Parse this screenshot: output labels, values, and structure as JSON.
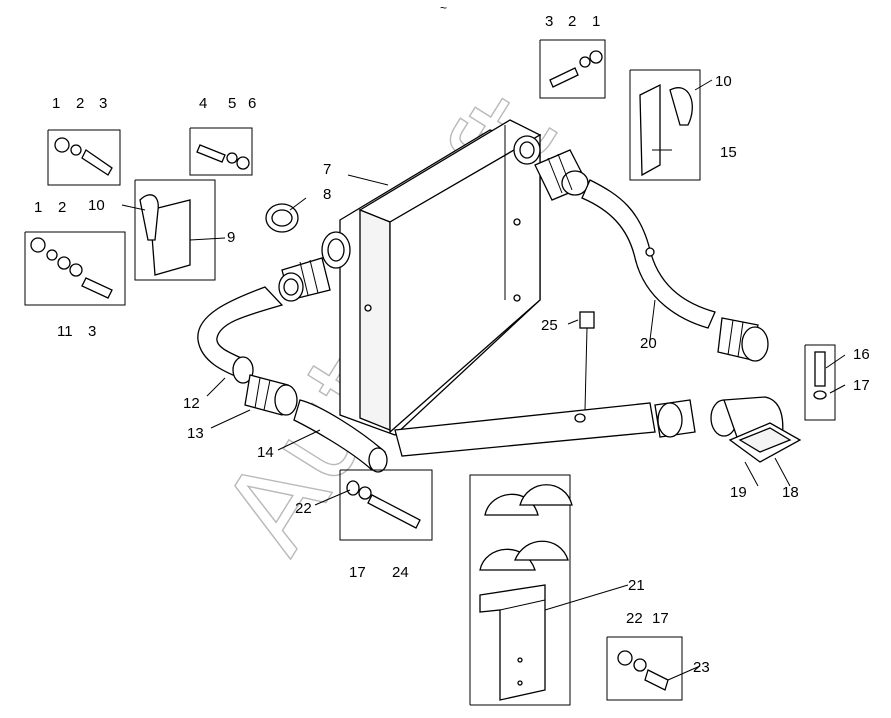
{
  "watermark": "AutoSoft",
  "top_mark": "~",
  "callouts": {
    "c1": "1",
    "c2": "2",
    "c3": "3",
    "c4": "4",
    "c5": "5",
    "c6": "6",
    "c7": "7",
    "c8": "8",
    "c9": "9",
    "c10": "10",
    "c11": "11",
    "c12": "12",
    "c13": "13",
    "c14": "14",
    "c15": "15",
    "c16": "16",
    "c17": "17",
    "c18": "18",
    "c19": "19",
    "c20": "20",
    "c21": "21",
    "c22": "22",
    "c23": "23",
    "c24": "24",
    "c25": "25"
  }
}
